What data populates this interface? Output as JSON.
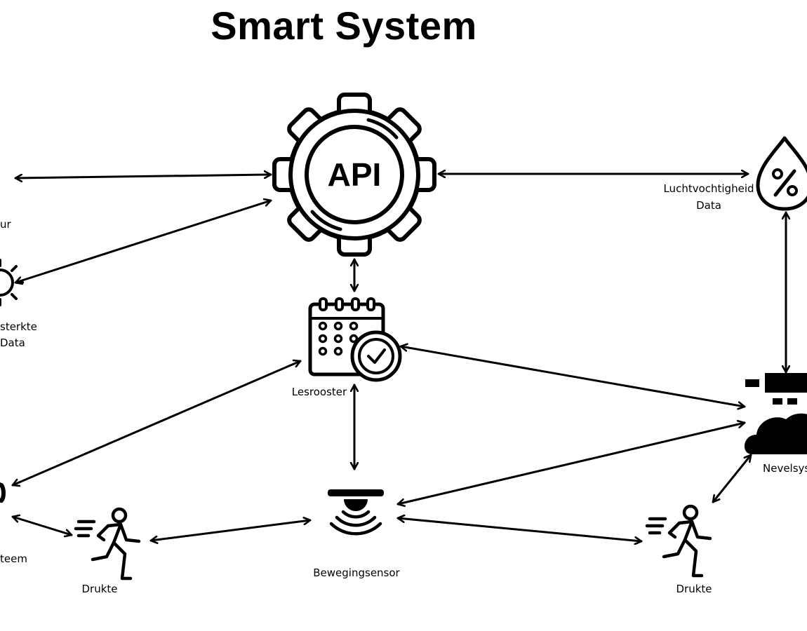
{
  "title": "Smart System",
  "nodes": {
    "api": {
      "icon": "api-gear-icon",
      "text": "API"
    },
    "temperature": {
      "icon": "thermometer-icon",
      "label": "ur"
    },
    "light": {
      "icon": "sun-icon",
      "label_line1": " sterkte",
      "label_line2": "Data"
    },
    "humidity": {
      "icon": "humidity-drop-icon",
      "label_line1": "Luchtvochtigheid",
      "label_line2": "Data"
    },
    "schedule": {
      "icon": "calendar-clock-icon",
      "label": "Lesrooster"
    },
    "mist_system": {
      "icon": "mist-cloud-icon",
      "label": "Nevelsys"
    },
    "left_system": {
      "icon": "system-icon",
      "label": "teem"
    },
    "crowd_left": {
      "icon": "running-person-icon",
      "label": "Drukte"
    },
    "motion_sensor": {
      "icon": "motion-sensor-icon",
      "label": "Bewegingsensor"
    },
    "crowd_right": {
      "icon": "running-person-icon",
      "label": "Drukte"
    }
  },
  "connections": [
    {
      "from": "temperature",
      "to": "api",
      "bidirectional": true
    },
    {
      "from": "light",
      "to": "api",
      "bidirectional": true
    },
    {
      "from": "api",
      "to": "humidity",
      "bidirectional": true
    },
    {
      "from": "api",
      "to": "schedule",
      "bidirectional": true
    },
    {
      "from": "humidity",
      "to": "mist_system",
      "bidirectional": true
    },
    {
      "from": "schedule",
      "to": "mist_system",
      "bidirectional": true
    },
    {
      "from": "schedule",
      "to": "left_system",
      "bidirectional": true
    },
    {
      "from": "schedule",
      "to": "motion_sensor",
      "bidirectional": true
    },
    {
      "from": "left_system",
      "to": "crowd_left",
      "bidirectional": true
    },
    {
      "from": "crowd_left",
      "to": "motion_sensor",
      "bidirectional": true
    },
    {
      "from": "motion_sensor",
      "to": "mist_system",
      "bidirectional": true
    },
    {
      "from": "motion_sensor",
      "to": "crowd_right",
      "bidirectional": true
    },
    {
      "from": "crowd_right",
      "to": "mist_system",
      "bidirectional": true
    }
  ]
}
